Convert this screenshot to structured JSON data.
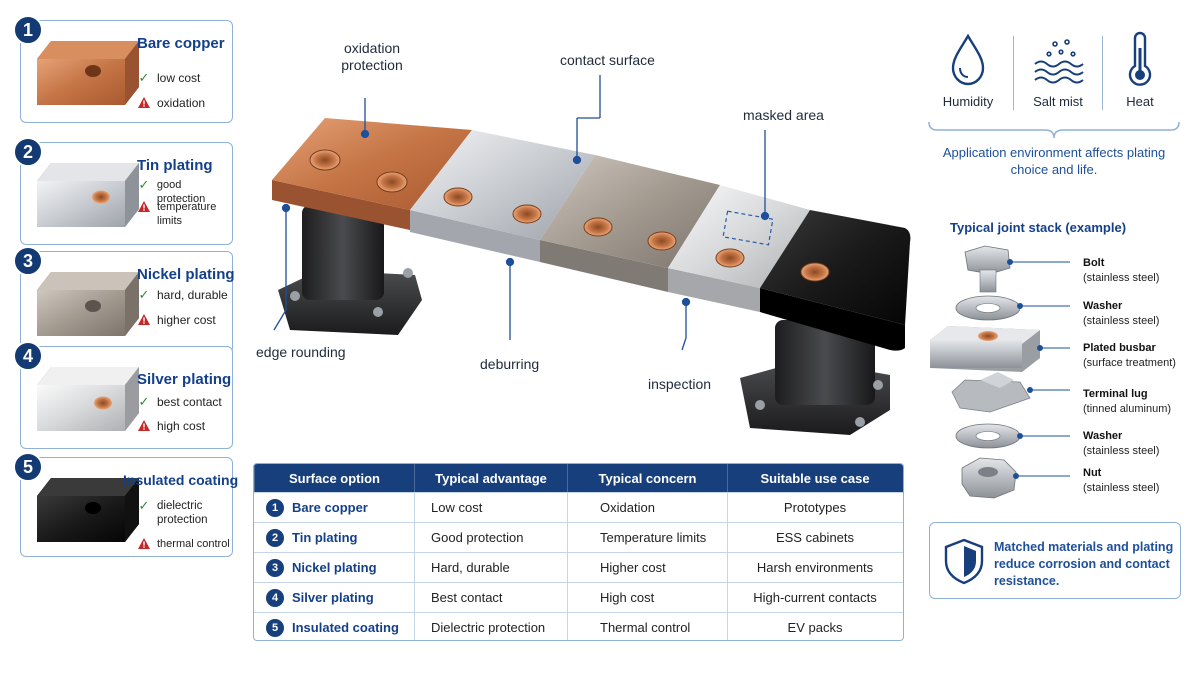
{
  "options": [
    {
      "num": "1",
      "title": "Bare copper",
      "advantage": "low cost",
      "concern": "oxidation"
    },
    {
      "num": "2",
      "title": "Tin plating",
      "advantage": "good protection",
      "concern": "temperature limits"
    },
    {
      "num": "3",
      "title": "Nickel plating",
      "advantage": "hard, durable",
      "concern": "higher cost"
    },
    {
      "num": "4",
      "title": "Silver plating",
      "advantage": "best contact",
      "concern": "high cost"
    },
    {
      "num": "5",
      "title": "Insulated coating",
      "advantage": "dielectric protection",
      "concern": "thermal control"
    }
  ],
  "callouts": {
    "oxidation_protection": "oxidation protection",
    "contact_surface": "contact surface",
    "masked_area": "masked area",
    "edge_rounding": "edge rounding",
    "deburring": "deburring",
    "inspection": "inspection"
  },
  "table": {
    "headers": [
      "Surface option",
      "Typical advantage",
      "Typical concern",
      "Suitable use case"
    ],
    "rows": [
      {
        "num": "1",
        "option": "Bare copper",
        "advantage": "Low cost",
        "concern": "Oxidation",
        "use_case": "Prototypes"
      },
      {
        "num": "2",
        "option": "Tin plating",
        "advantage": "Good protection",
        "concern": "Temperature limits",
        "use_case": "ESS cabinets"
      },
      {
        "num": "3",
        "option": "Nickel plating",
        "advantage": "Hard, durable",
        "concern": "Higher cost",
        "use_case": "Harsh environments"
      },
      {
        "num": "4",
        "option": "Silver plating",
        "advantage": "Best contact",
        "concern": "High cost",
        "use_case": "High-current contacts"
      },
      {
        "num": "5",
        "option": "Insulated coating",
        "advantage": "Dielectric protection",
        "concern": "Thermal control",
        "use_case": "EV packs"
      }
    ]
  },
  "environment": {
    "items": [
      {
        "label": "Humidity",
        "icon": "droplet-icon"
      },
      {
        "label": "Salt mist",
        "icon": "salt-mist-icon"
      },
      {
        "label": "Heat",
        "icon": "thermometer-icon"
      }
    ],
    "note": "Application environment affects plating choice and life."
  },
  "joint_stack": {
    "title": "Typical joint stack (example)",
    "parts": [
      {
        "name": "Bolt",
        "detail": "(stainless steel)"
      },
      {
        "name": "Washer",
        "detail": "(stainless steel)"
      },
      {
        "name": "Plated busbar",
        "detail": "(surface treatment)"
      },
      {
        "name": "Terminal lug",
        "detail": "(tinned aluminum)"
      },
      {
        "name": "Washer",
        "detail": "(stainless steel)"
      },
      {
        "name": "Nut",
        "detail": "(stainless steel)"
      }
    ]
  },
  "note": {
    "text": "Matched materials and plating reduce corrosion and contact resistance.",
    "icon": "shield-icon"
  },
  "colors": {
    "navy": "#173f7c",
    "accent_blue": "#14408a",
    "border_blue": "#8fb1d8",
    "check_green": "#2e8b3a",
    "warn_red": "#c62828",
    "copper": "#c97a4a"
  }
}
